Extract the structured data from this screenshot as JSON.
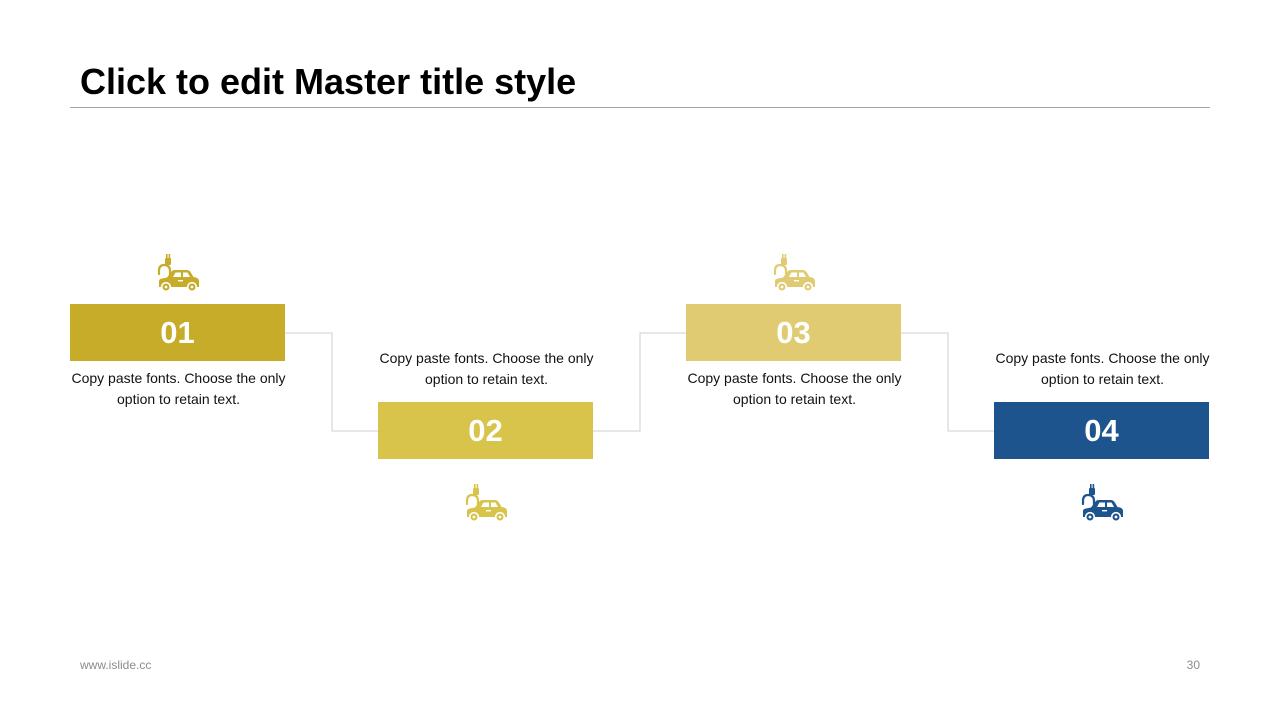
{
  "slide": {
    "title": "Click to edit Master title style",
    "footer_url": "www.islide.cc",
    "page_number": "30"
  },
  "steps": [
    {
      "number": "01",
      "text": "Copy paste fonts. Choose the only option to retain text.",
      "color": "#c6ac28",
      "icon": "electric-car-icon"
    },
    {
      "number": "02",
      "text": "Copy paste fonts. Choose the only option to retain text.",
      "color": "#d8c34b",
      "icon": "electric-car-icon"
    },
    {
      "number": "03",
      "text": "Copy paste fonts. Choose the only option to retain text.",
      "color": "#e0cb72",
      "icon": "electric-car-icon"
    },
    {
      "number": "04",
      "text": "Copy paste fonts. Choose the only option to retain text.",
      "color": "#1d548d",
      "icon": "electric-car-icon"
    }
  ]
}
